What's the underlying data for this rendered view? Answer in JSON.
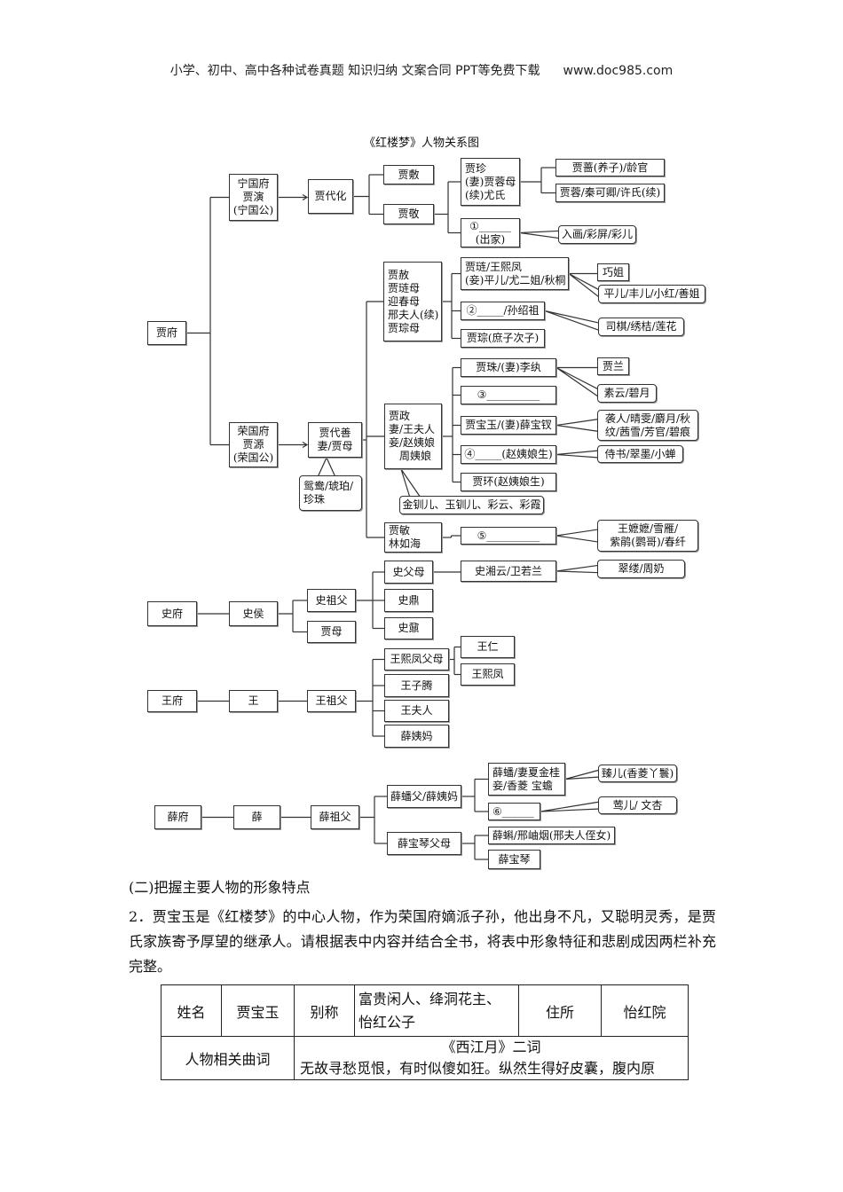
{
  "header": {
    "text": "小学、初中、高中各种试卷真题 知识归纳 文案合同 PPT等免费下载",
    "url": "www.doc985.com"
  },
  "diagram": {
    "title": "《红楼梦》人物关系图",
    "nodes": {
      "jiafu": "贾府",
      "ningguo": "宁国府\n贾演\n(宁国公)",
      "daihua": "贾代化",
      "jiafu2": "贾敷",
      "jiajing": "贾敬",
      "jiazhen": "贾珍\n(妻)贾蓉母\n(续)尤氏",
      "jiaqiang": "贾蔷(养子)/龄官",
      "jiarong": "贾蓉/秦可卿/许氏(续)",
      "b1": "①______\n(出家)",
      "ruhua": "入画/彩屏/彩儿",
      "jiashe": "贾赦\n贾琏母\n迎春母\n邢夫人(续)\n贾琮母",
      "jialian": "贾琏/王熙凤\n(妾)平儿/尤二姐/秋桐",
      "qiaojie": "巧姐",
      "pinger": "平儿/丰儿/小红/善姐",
      "b2": "②_____/孙绍祖",
      "siqi": "司棋/绣桔/莲花",
      "jiacong": "贾琮(庶子次子)",
      "rongguo": "荣国府\n贾源\n(荣国公)",
      "daishan": "贾代善\n妻/贾母",
      "yuanyang": "鸳鸯/琥珀/\n珍珠",
      "jiazheng": "贾政\n妻/王夫人\n妾/赵姨娘\n　周姨娘",
      "jiazhu": "贾珠/(妻)李纨",
      "b3": "③__________",
      "baoyu": "贾宝玉/(妻)薛宝钗",
      "b4": "④_____(赵姨娘生)",
      "jiahuan": "贾环(赵姨娘生)",
      "jialan": "贾兰",
      "suyun": "素云/碧月",
      "xiren": "袭人/晴雯/麝月/秋\n纹/茜雪/芳官/碧痕",
      "shishu": "侍书/翠墨/小蝉",
      "jinchuan": "金钏儿、玉钏儿、彩云、彩霞",
      "jiamin": "贾敏\n林如海",
      "b5": "⑤__________",
      "wangmama": "王嬷嬷/雪雁/\n紫鹃(鹦哥)/春纤",
      "shifu": "史府",
      "shihou": "史侯",
      "shizufu": "史祖父",
      "jiamu": "贾母",
      "shifumu": "史父母",
      "shiding": "史鼎",
      "shinai": "史鼐",
      "xiangyun": "史湘云/卫若兰",
      "cuilv": "翠缕/周奶",
      "wangfu": "王府",
      "wang": "王",
      "wangzufu": "王祖父",
      "xfparents": "王熙凤父母",
      "zit": "王子腾",
      "wfr": "王夫人",
      "xym": "薛姨妈",
      "wangren": "王仁",
      "xifeng": "王熙凤",
      "xuefu": "薛府",
      "xue": "薛",
      "xuezufu": "薛祖父",
      "xpfu": "薛蟠父/薛姨妈",
      "xbqparents": "薛宝琴父母",
      "xuepan": "薛蟠/妻夏金桂\n妾/香菱 宝蟾",
      "b6": "⑥______",
      "xueke": "薛蝌/邢岫烟(邢夫人侄女)",
      "baoqin": "薛宝琴",
      "zhener": "臻儿(香菱丫鬟)",
      "yinger": "莺儿/ 文杏"
    }
  },
  "section_title": "(二)把握主要人物的形象特点",
  "question": "2．贾宝玉是《红楼梦》的中心人物，作为荣国府嫡派子孙，他出身不凡，又聪明灵秀，是贾氏家族寄予厚望的继承人。请根据表中内容并结合全书，将表中形象特征和悲剧成因两栏补充完整。",
  "table": {
    "row1": [
      "姓名",
      "贾宝玉",
      "别称",
      "富贵闲人、绛洞花主、\n怡红公子",
      "住所",
      "怡红院"
    ],
    "row2_label": "人物相关曲词",
    "row2_title": "《西江月》二词",
    "row2_text": "无故寻愁觅恨，有时似傻如狂。纵然生得好皮囊，腹内原"
  }
}
